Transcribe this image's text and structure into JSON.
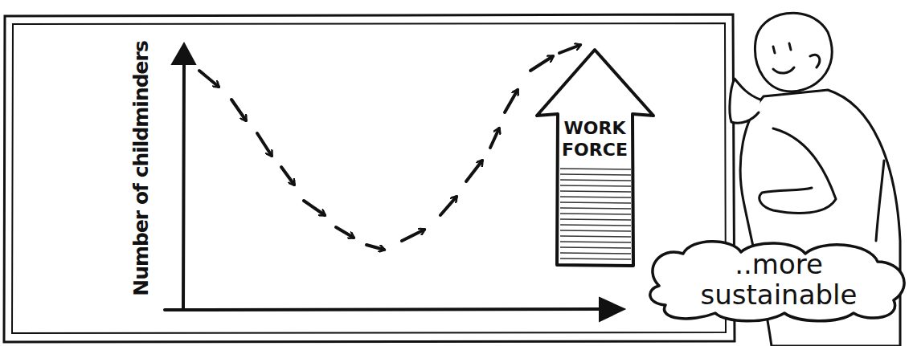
{
  "diagram": {
    "nodes": [
      {
        "text": [
          "WORK FORCE"
        ]
      },
      {
        "text": [
          "..more sustainable"
        ]
      }
    ],
    "labels": [
      "Number of childminders"
    ]
  }
}
